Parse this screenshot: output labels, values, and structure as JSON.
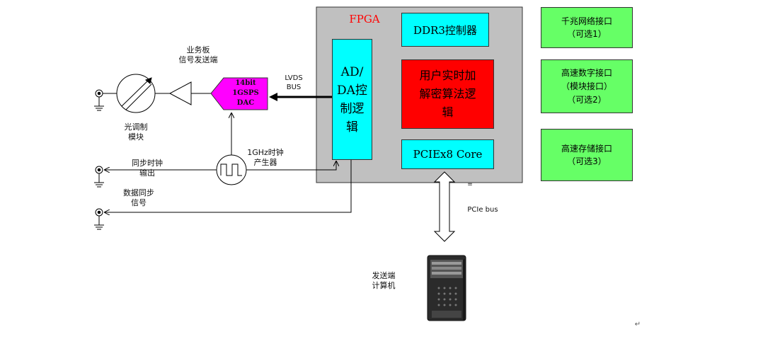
{
  "fpga": {
    "title": "FPGA",
    "ad_da_logic": "AD/\nDA控\n制逻\n辑",
    "ddr3_controller": "DDR3控制器",
    "crypto_logic": "用户实时加\n解密算法逻\n辑",
    "pcie_core": "PCIEx8 Core"
  },
  "interfaces": {
    "gigabit": "千兆网络接口\n（可选1）",
    "high_speed_digital": "高速数字接口\n（模块接口）\n（可选2）",
    "high_speed_storage": "高速存储接口\n（可选3）"
  },
  "dac": {
    "label": "14bit\n1GSPS\nDAC"
  },
  "labels": {
    "business_board": "业务板\n信号发送端",
    "lvds_bus": "LVDS\nBUS",
    "optical_modulator": "光调制\n模块",
    "clock_gen": "1GHz时钟\n产生器",
    "sync_clock_out": "同步时钟\n输出",
    "data_sync": "数据同步\n信号",
    "pcie_bus": "PCIe bus",
    "sender_computer": "发送端\n计算机",
    "small_equals": "=",
    "return_mark": "↵"
  },
  "colors": {
    "fpga_bg": "#c0c0c0",
    "cyan": "#00ffff",
    "red": "#ff0000",
    "green": "#66ff66",
    "magenta": "#ff00ff",
    "fpga_title": "#ff0000"
  }
}
